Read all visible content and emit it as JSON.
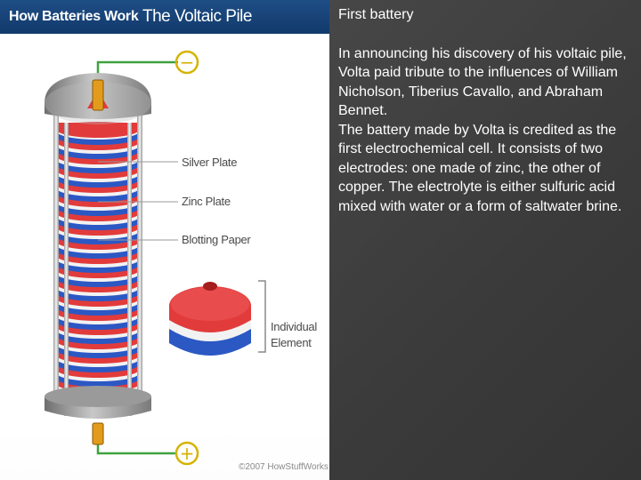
{
  "figure": {
    "brand": "How Batteries Work",
    "subtitle": "The Voltaic Pile",
    "labels": {
      "silver": "Silver Plate",
      "zinc": "Zinc Plate",
      "blotting": "Blotting Paper",
      "element_line1": "Individual",
      "element_line2": "Element"
    },
    "terminal_negative": "−",
    "terminal_positive": "+",
    "copyright": "©2007 HowStuffWorks",
    "colors": {
      "silver_plate": "#e23b3b",
      "zinc_plate": "#2c58c4",
      "blotting_paper": "#f2f2f2",
      "terminal": "#e6b800",
      "wire": "#3fa23f"
    }
  },
  "text": {
    "title": "First battery",
    "paragraph1": "In announcing his discovery of his voltaic pile, Volta paid tribute to the influences of William Nicholson, Tiberius Cavallo, and Abraham Bennet.",
    "paragraph2": "The battery made by Volta is credited as the first electrochemical cell. It consists of two electrodes: one made of zinc, the other of copper. The electrolyte is either sulfuric acid mixed with water or a form of saltwater brine."
  }
}
